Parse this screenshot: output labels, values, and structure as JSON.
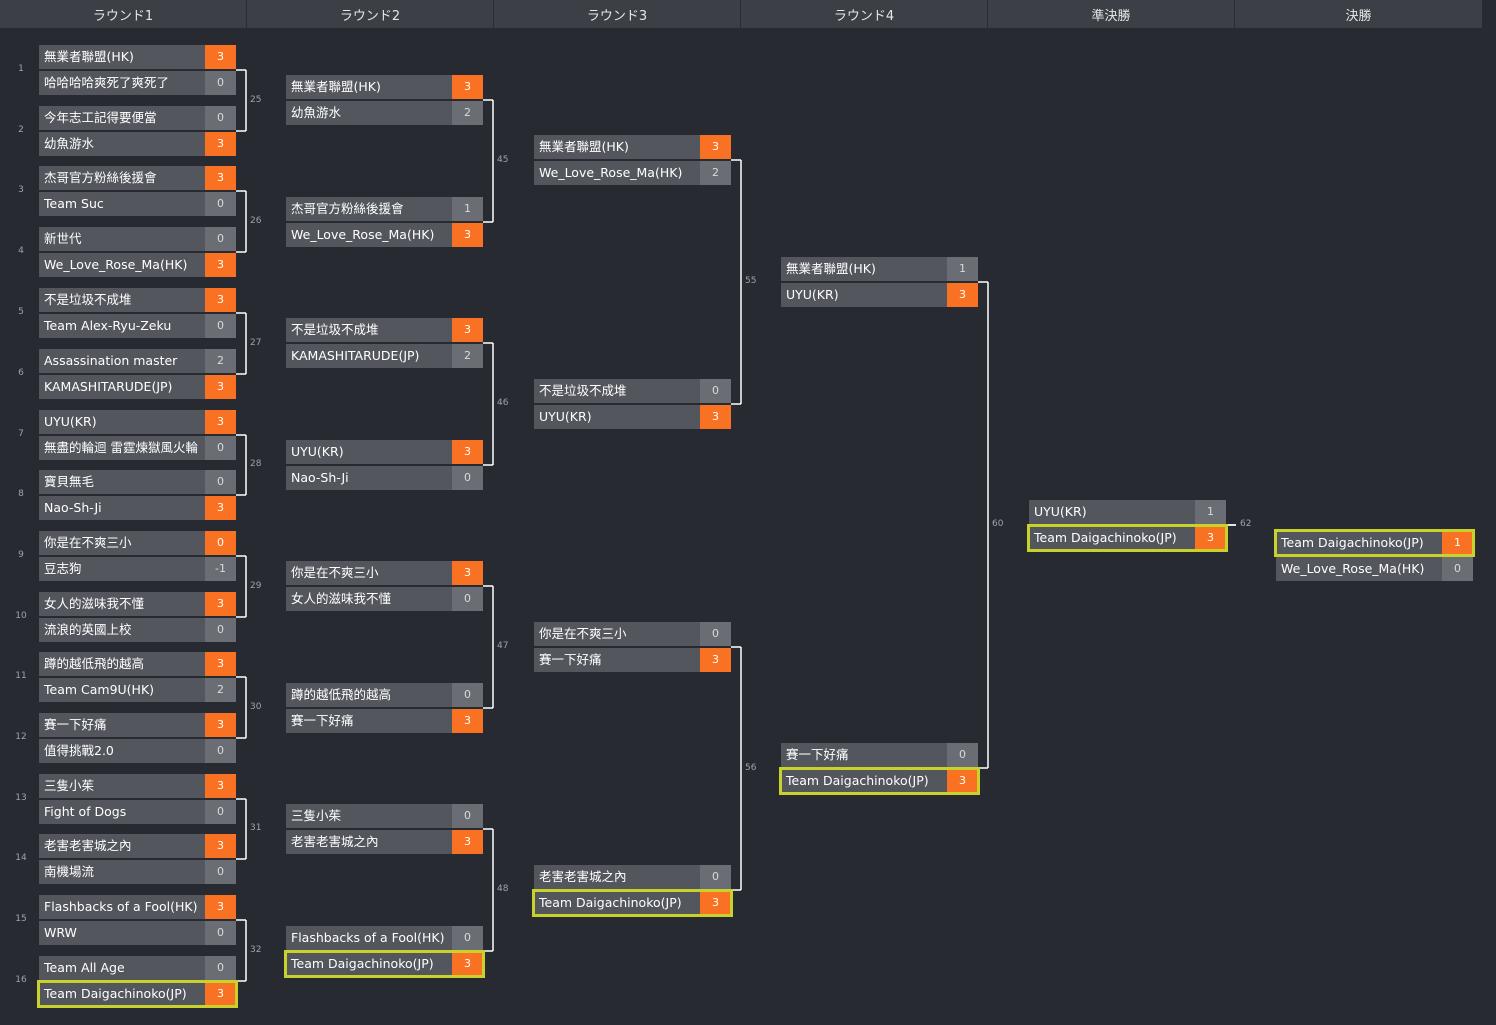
{
  "rounds": [
    "ラウンド1",
    "ラウンド2",
    "ラウンド3",
    "ラウンド4",
    "準決勝",
    "決勝"
  ],
  "colors": {
    "background": "#272a31",
    "header": "#3c3f46",
    "slot": "#53565d",
    "score": "#6a6d73",
    "win_score": "#f97223",
    "highlight": "#c9d22a",
    "lines": "#ffffff"
  },
  "matches": [
    {
      "id": "1",
      "round": 0,
      "label": "",
      "slots": [
        {
          "name": "無業者聯盟(HK)",
          "score": "3",
          "win": true
        },
        {
          "name": "哈哈哈哈爽死了爽死了",
          "score": "0"
        }
      ]
    },
    {
      "id": "2",
      "round": 0,
      "label": "",
      "slots": [
        {
          "name": "今年志工記得要便當",
          "score": "0"
        },
        {
          "name": "幼魚游水",
          "score": "3",
          "win": true
        }
      ]
    },
    {
      "id": "3",
      "round": 0,
      "label": "",
      "slots": [
        {
          "name": "杰哥官方粉絲後援會",
          "score": "3",
          "win": true
        },
        {
          "name": "Team Suc",
          "score": "0"
        }
      ]
    },
    {
      "id": "4",
      "round": 0,
      "label": "",
      "slots": [
        {
          "name": "新世代",
          "score": "0"
        },
        {
          "name": "We_Love_Rose_Ma(HK)",
          "score": "3",
          "win": true
        }
      ]
    },
    {
      "id": "5",
      "round": 0,
      "label": "",
      "slots": [
        {
          "name": "不是垃圾不成堆",
          "score": "3",
          "win": true
        },
        {
          "name": "Team Alex-Ryu-Zeku",
          "score": "0"
        }
      ]
    },
    {
      "id": "6",
      "round": 0,
      "label": "",
      "slots": [
        {
          "name": "Assassination master",
          "score": "2"
        },
        {
          "name": "KAMASHITARUDE(JP)",
          "score": "3",
          "win": true
        }
      ]
    },
    {
      "id": "7",
      "round": 0,
      "label": "",
      "slots": [
        {
          "name": "UYU(KR)",
          "score": "3",
          "win": true
        },
        {
          "name": "無盡的輪迴 雷霆煉獄風火輪",
          "score": "0"
        }
      ]
    },
    {
      "id": "8",
      "round": 0,
      "label": "",
      "slots": [
        {
          "name": "寶貝無毛",
          "score": "0"
        },
        {
          "name": "Nao-Sh-Ji",
          "score": "3",
          "win": true
        }
      ]
    },
    {
      "id": "9",
      "round": 0,
      "label": "",
      "slots": [
        {
          "name": "你是在不爽三小",
          "score": "0",
          "win": true
        },
        {
          "name": "豆志狗",
          "score": "-1"
        }
      ]
    },
    {
      "id": "10",
      "round": 0,
      "label": "",
      "slots": [
        {
          "name": "女人的滋味我不懂",
          "score": "3",
          "win": true
        },
        {
          "name": "流浪的英國上校",
          "score": "0"
        }
      ]
    },
    {
      "id": "11",
      "round": 0,
      "label": "",
      "slots": [
        {
          "name": "蹲的越低飛的越高",
          "score": "3",
          "win": true
        },
        {
          "name": "Team Cam9U(HK)",
          "score": "2"
        }
      ]
    },
    {
      "id": "12",
      "round": 0,
      "label": "",
      "slots": [
        {
          "name": "賽一下好痛",
          "score": "3",
          "win": true
        },
        {
          "name": "值得挑戰2.0",
          "score": "0"
        }
      ]
    },
    {
      "id": "13",
      "round": 0,
      "label": "",
      "slots": [
        {
          "name": "三隻小茱",
          "score": "3",
          "win": true
        },
        {
          "name": "Fight of Dogs",
          "score": "0"
        }
      ]
    },
    {
      "id": "14",
      "round": 0,
      "label": "",
      "slots": [
        {
          "name": "老害老害城之內",
          "score": "3",
          "win": true
        },
        {
          "name": "南機場流",
          "score": "0"
        }
      ]
    },
    {
      "id": "15",
      "round": 0,
      "label": "",
      "slots": [
        {
          "name": "Flashbacks of a Fool(HK)",
          "score": "3",
          "win": true
        },
        {
          "name": "WRW",
          "score": "0"
        }
      ]
    },
    {
      "id": "16",
      "round": 0,
      "label": "",
      "slots": [
        {
          "name": "Team All Age",
          "score": "0"
        },
        {
          "name": "Team Daigachinoko(JP)",
          "score": "3",
          "win": true,
          "hl": true
        }
      ]
    },
    {
      "id": "25",
      "round": 1,
      "label": "25",
      "slots": [
        {
          "name": "無業者聯盟(HK)",
          "score": "3",
          "win": true
        },
        {
          "name": "幼魚游水",
          "score": "2"
        }
      ]
    },
    {
      "id": "26",
      "round": 1,
      "label": "26",
      "slots": [
        {
          "name": "杰哥官方粉絲後援會",
          "score": "1"
        },
        {
          "name": "We_Love_Rose_Ma(HK)",
          "score": "3",
          "win": true
        }
      ]
    },
    {
      "id": "27",
      "round": 1,
      "label": "27",
      "slots": [
        {
          "name": "不是垃圾不成堆",
          "score": "3",
          "win": true
        },
        {
          "name": "KAMASHITARUDE(JP)",
          "score": "2"
        }
      ]
    },
    {
      "id": "28",
      "round": 1,
      "label": "28",
      "slots": [
        {
          "name": "UYU(KR)",
          "score": "3",
          "win": true
        },
        {
          "name": "Nao-Sh-Ji",
          "score": "0"
        }
      ]
    },
    {
      "id": "29",
      "round": 1,
      "label": "29",
      "slots": [
        {
          "name": "你是在不爽三小",
          "score": "3",
          "win": true
        },
        {
          "name": "女人的滋味我不懂",
          "score": "0"
        }
      ]
    },
    {
      "id": "30",
      "round": 1,
      "label": "30",
      "slots": [
        {
          "name": "蹲的越低飛的越高",
          "score": "0"
        },
        {
          "name": "賽一下好痛",
          "score": "3",
          "win": true
        }
      ]
    },
    {
      "id": "31",
      "round": 1,
      "label": "31",
      "slots": [
        {
          "name": "三隻小茱",
          "score": "0"
        },
        {
          "name": "老害老害城之內",
          "score": "3",
          "win": true
        }
      ]
    },
    {
      "id": "32",
      "round": 1,
      "label": "32",
      "slots": [
        {
          "name": "Flashbacks of a Fool(HK)",
          "score": "0"
        },
        {
          "name": "Team Daigachinoko(JP)",
          "score": "3",
          "win": true,
          "hl": true
        }
      ]
    },
    {
      "id": "45",
      "round": 2,
      "label": "45",
      "slots": [
        {
          "name": "無業者聯盟(HK)",
          "score": "3",
          "win": true
        },
        {
          "name": "We_Love_Rose_Ma(HK)",
          "score": "2"
        }
      ]
    },
    {
      "id": "46",
      "round": 2,
      "label": "46",
      "slots": [
        {
          "name": "不是垃圾不成堆",
          "score": "0"
        },
        {
          "name": "UYU(KR)",
          "score": "3",
          "win": true
        }
      ]
    },
    {
      "id": "47",
      "round": 2,
      "label": "47",
      "slots": [
        {
          "name": "你是在不爽三小",
          "score": "0"
        },
        {
          "name": "賽一下好痛",
          "score": "3",
          "win": true
        }
      ]
    },
    {
      "id": "48",
      "round": 2,
      "label": "48",
      "slots": [
        {
          "name": "老害老害城之內",
          "score": "0"
        },
        {
          "name": "Team Daigachinoko(JP)",
          "score": "3",
          "win": true,
          "hl": true
        }
      ]
    },
    {
      "id": "55",
      "round": 3,
      "label": "55",
      "slots": [
        {
          "name": "無業者聯盟(HK)",
          "score": "1"
        },
        {
          "name": "UYU(KR)",
          "score": "3",
          "win": true
        }
      ]
    },
    {
      "id": "56",
      "round": 3,
      "label": "56",
      "slots": [
        {
          "name": "賽一下好痛",
          "score": "0"
        },
        {
          "name": "Team Daigachinoko(JP)",
          "score": "3",
          "win": true,
          "hl": true
        }
      ]
    },
    {
      "id": "60",
      "round": 4,
      "label": "60",
      "slots": [
        {
          "name": "UYU(KR)",
          "score": "1"
        },
        {
          "name": "Team Daigachinoko(JP)",
          "score": "3",
          "win": true,
          "hl": true
        }
      ]
    },
    {
      "id": "62",
      "round": 5,
      "label": "62",
      "slots": [
        {
          "name": "Team Daigachinoko(JP)",
          "score": "1",
          "win": true,
          "hl": true
        },
        {
          "name": "We_Love_Rose_Ma(HK)",
          "score": "0"
        }
      ]
    }
  ],
  "round1_match_numbers": [
    "1",
    "2",
    "3",
    "4",
    "5",
    "6",
    "7",
    "8",
    "9",
    "10",
    "11",
    "12",
    "13",
    "14",
    "15",
    "16"
  ]
}
